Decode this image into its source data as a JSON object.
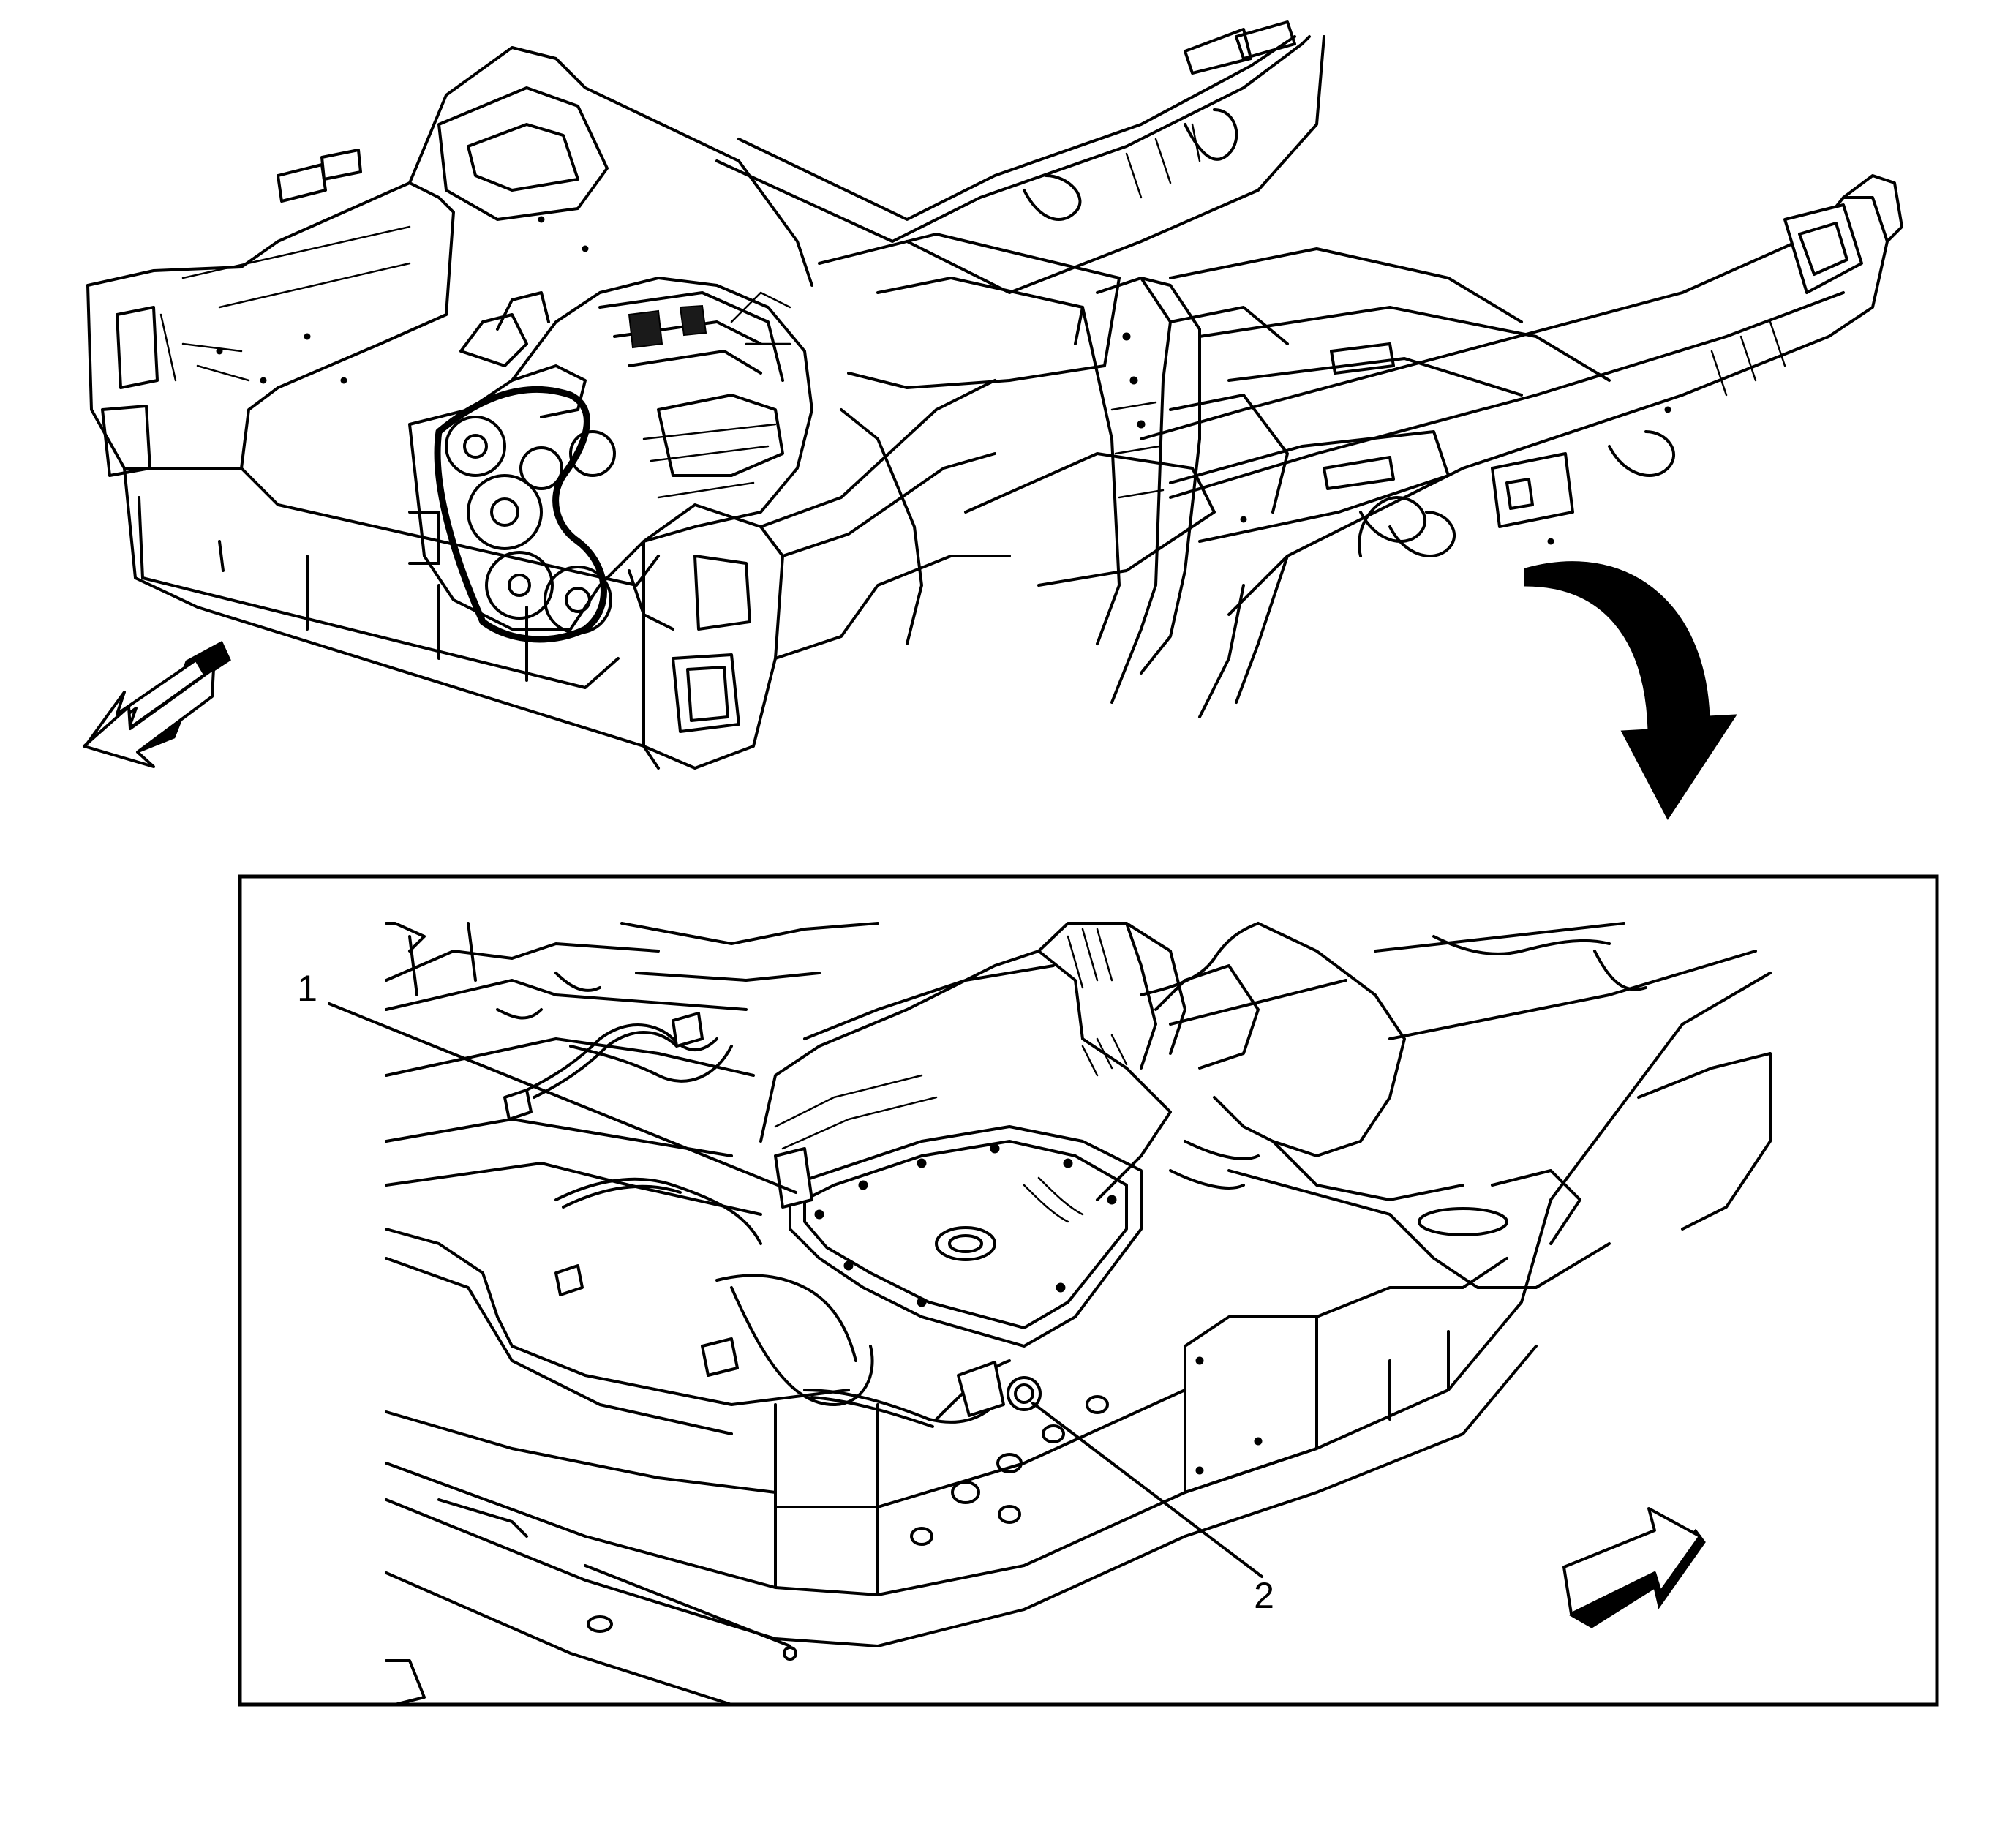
{
  "callouts": [
    {
      "number": "1"
    },
    {
      "number": "2"
    }
  ],
  "icons": {
    "front_direction_arrow": "hollow-arrow-pointing-front",
    "view_transition_arrow": "curved-solid-arrow",
    "detail_direction_arrow": "hollow-arrow-pointing-front"
  },
  "colors": {
    "line": "#000000",
    "background": "#ffffff"
  }
}
